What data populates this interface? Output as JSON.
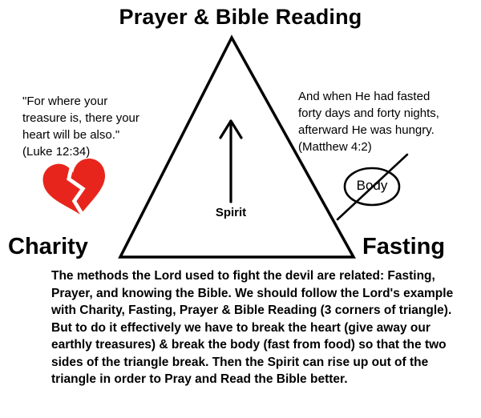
{
  "title": "Prayer & Bible Reading",
  "triangle": {
    "left_corner": "Charity",
    "right_corner": "Fasting",
    "center_label": "Spirit",
    "arrow_icon": "up-arrow-icon"
  },
  "left_quote": {
    "lines": {
      "0": "\"For where your",
      "1": "treasure is, there your",
      "2": "heart will be also.\"",
      "3": "(Luke 12:34)"
    },
    "icon": "broken-heart-icon"
  },
  "right_quote": {
    "lines": {
      "0": "And when He had fasted",
      "1": "forty days and forty nights,",
      "2": "afterward He was hungry.",
      "3": "(Matthew 4:2)"
    },
    "body_label": "Body",
    "icon": "crossed-out-circle-icon"
  },
  "description": "The methods the Lord used to fight the devil are related: Fasting, Prayer, and knowing the Bible. We should follow the Lord's example with Charity, Fasting, Prayer & Bible Reading (3 corners of triangle). But to do it effectively we have to break the heart (give away our earthly treasures) & break the body (fast from food) so that the two sides of the triangle break. Then the Spirit can rise up out of the triangle in order to Pray and Read the Bible better.",
  "colors": {
    "background": "#ffffff",
    "line": "#000000",
    "heart_red": "#e8251c"
  }
}
